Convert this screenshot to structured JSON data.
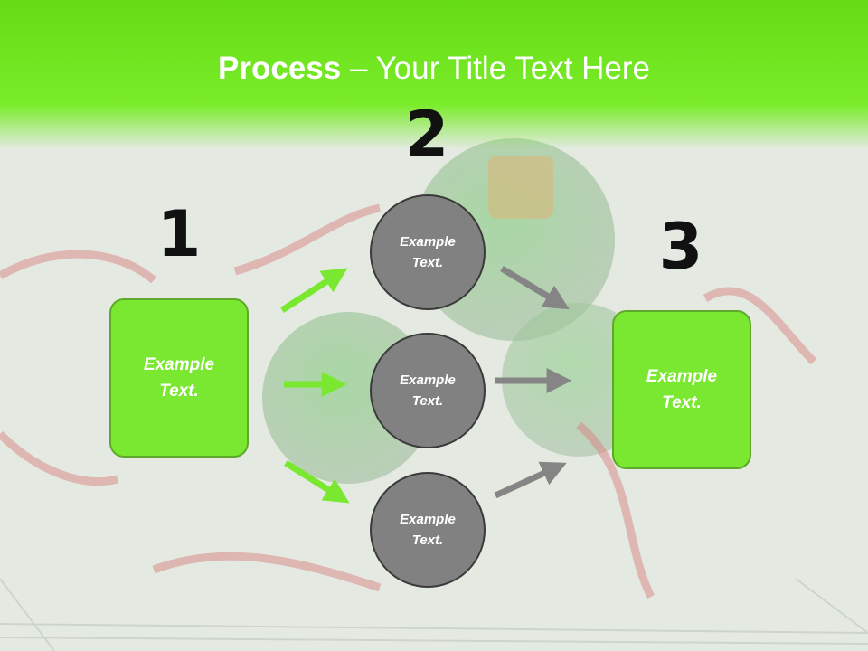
{
  "title": {
    "bold": "Process",
    "rest": " – Your Title Text Here"
  },
  "steps": [
    {
      "number": "1",
      "box_line1": "Example",
      "box_line2": "Text."
    },
    {
      "number": "2"
    },
    {
      "number": "3",
      "box_line1": "Example",
      "box_line2": "Text."
    }
  ],
  "circles": [
    {
      "line1": "Example",
      "line2": "Text."
    },
    {
      "line1": "Example",
      "line2": "Text."
    },
    {
      "line1": "Example",
      "line2": "Text."
    }
  ],
  "colors": {
    "header_green": "#6fe01c",
    "box_green": "#7ae830",
    "circle_gray": "#818181",
    "arrow_gray": "#858585"
  }
}
